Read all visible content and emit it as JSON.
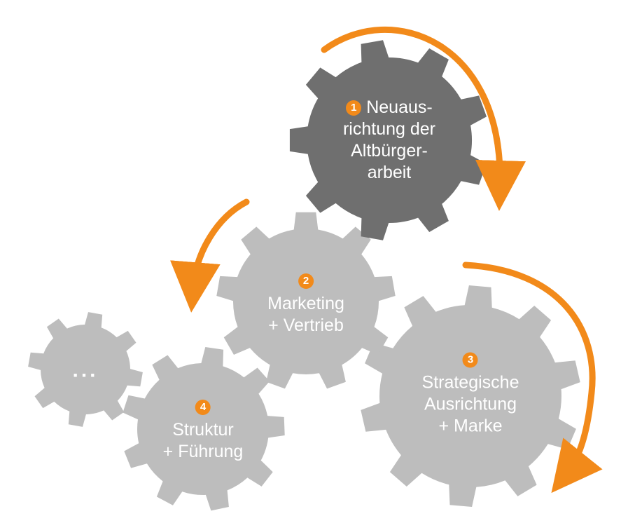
{
  "colors": {
    "accent": "#f28a1a",
    "dark_gear": "#6f6f6f",
    "light_gear": "#bdbdbd"
  },
  "gears": [
    {
      "id": "gear-1",
      "number": "1",
      "lines": [
        "Neuaus-",
        "richtung der",
        "Altbürger-",
        "arbeit"
      ],
      "shade": "dark"
    },
    {
      "id": "gear-2",
      "number": "2",
      "lines": [
        "Marketing",
        "+ Vertrieb"
      ],
      "shade": "light"
    },
    {
      "id": "gear-3",
      "number": "3",
      "lines": [
        "Strategische",
        "Ausrichtung",
        "+ Marke"
      ],
      "shade": "light"
    },
    {
      "id": "gear-4",
      "number": "4",
      "lines": [
        "Struktur",
        "+ Führung"
      ],
      "shade": "light"
    },
    {
      "id": "gear-more",
      "number": "",
      "lines": [
        "..."
      ],
      "shade": "light"
    }
  ]
}
